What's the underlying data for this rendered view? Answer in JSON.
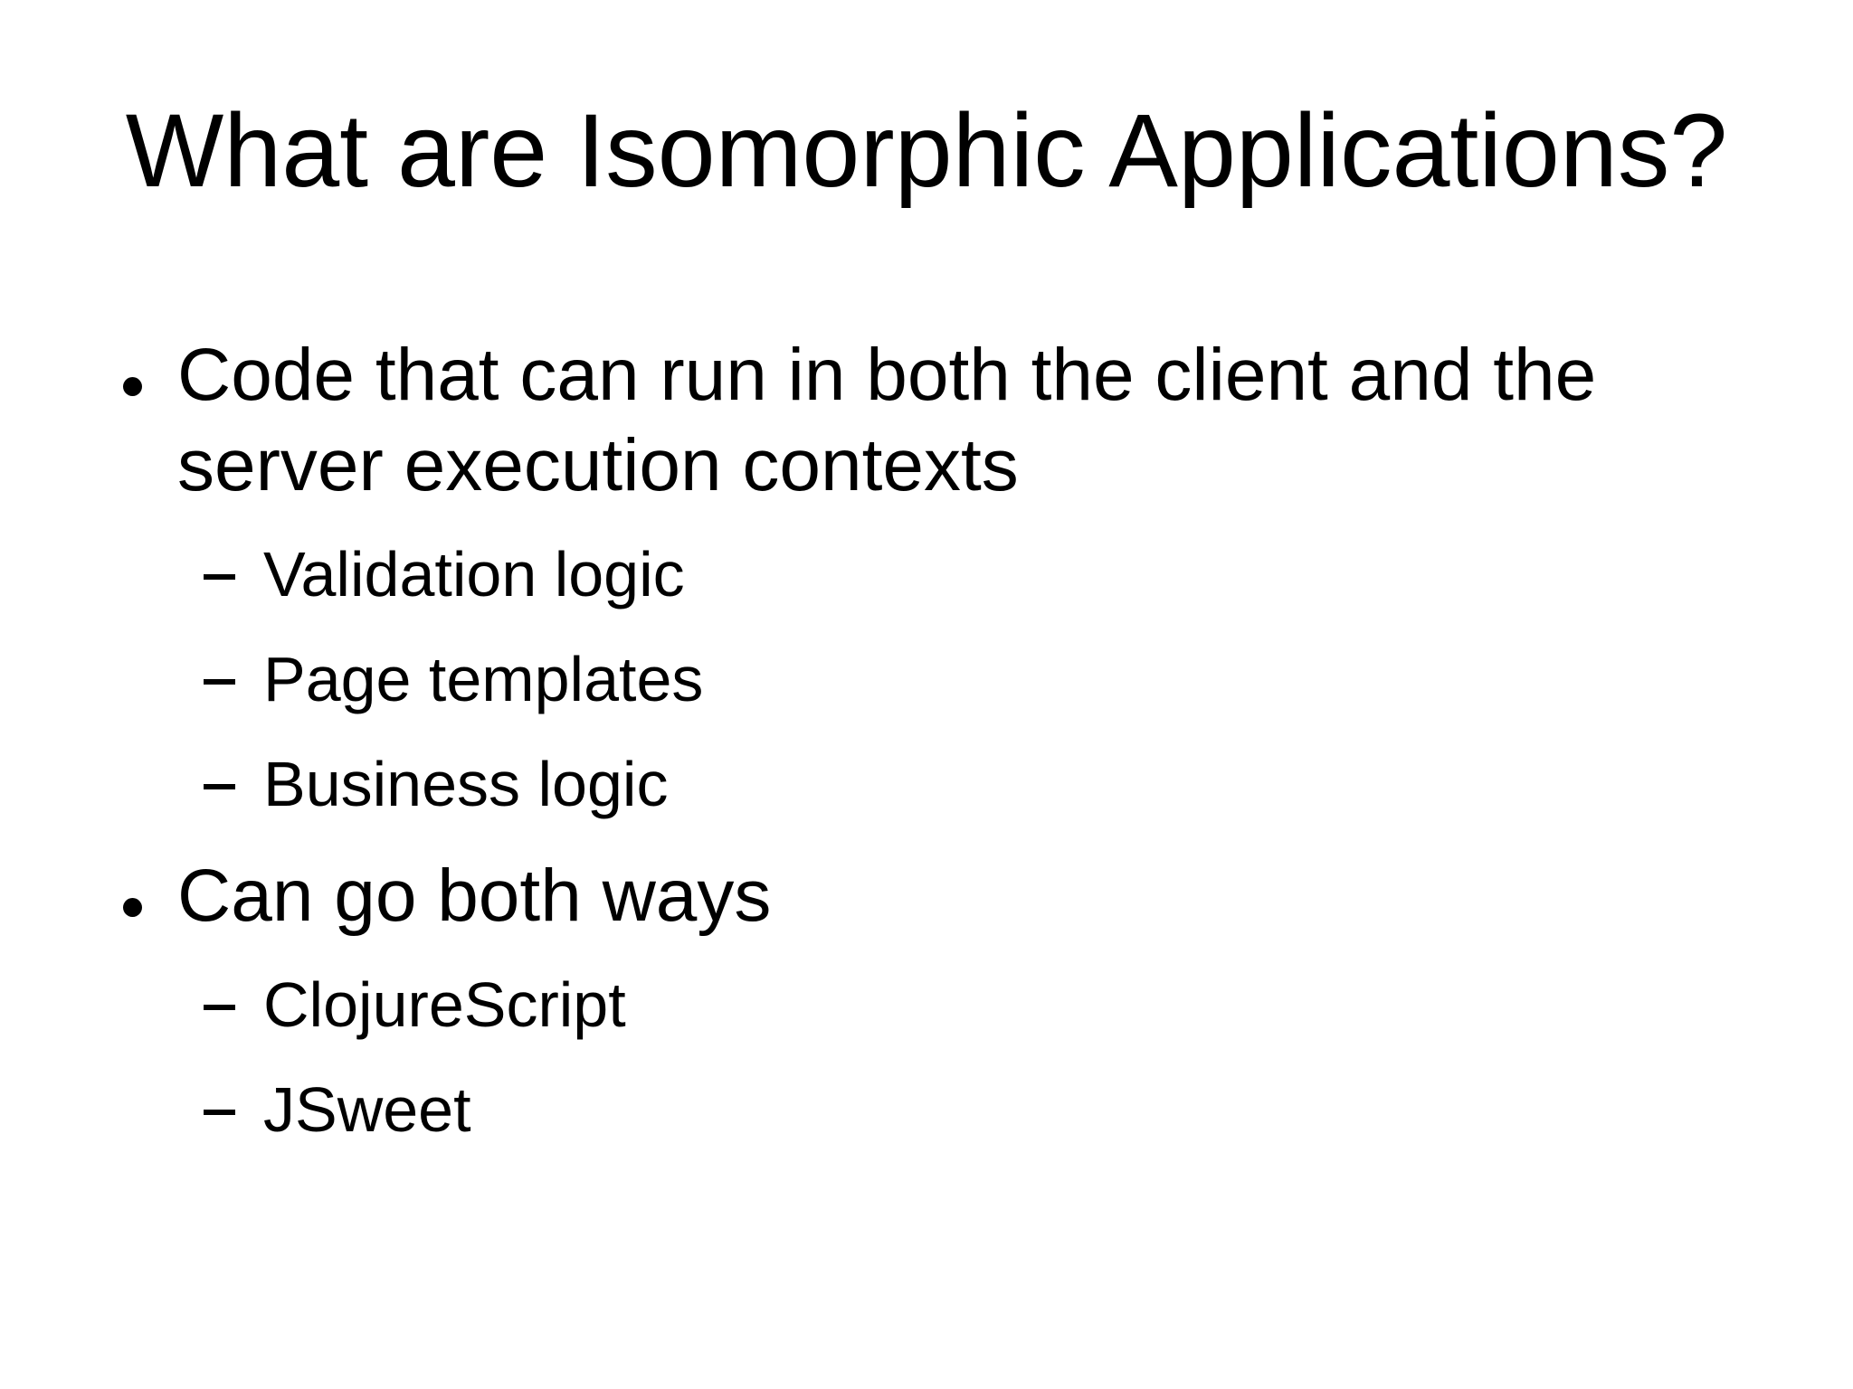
{
  "slide": {
    "title": "What are Isomorphic Applications?",
    "colors": {
      "background": "#ffffff",
      "text": "#000000"
    },
    "bullets": [
      {
        "text": "Code that can run in both the client and the\nserver execution contexts",
        "sub": [
          "Validation logic",
          "Page templates",
          "Business logic"
        ]
      },
      {
        "text": "Can go both ways",
        "sub": [
          "ClojureScript",
          "JSweet"
        ]
      }
    ]
  }
}
